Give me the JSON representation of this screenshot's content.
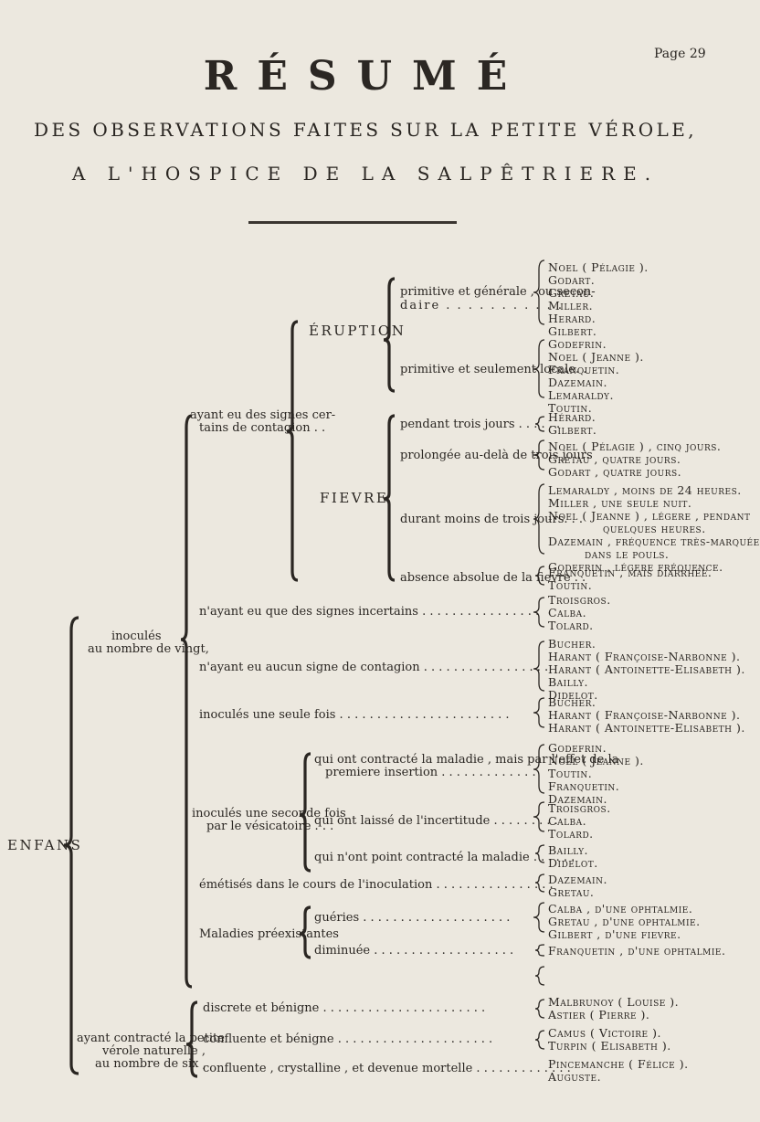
{
  "header": {
    "page_label": "Page 29",
    "title": "RÉSUMÉ",
    "subtitle_line1": "DES OBSERVATIONS FAITES SUR LA PETITE VÉROLE,",
    "subtitle_line2": "A L'HOSPICE DE LA SALPÊTRIERE."
  },
  "root": {
    "label": "ENFANS"
  },
  "inocules": {
    "label_line1": "inoculés",
    "label_line2": "au nombre de vingt,",
    "contagion": {
      "label_line1": "ayant eu des signes cer-",
      "label_line2": "tains de contagion . .",
      "eruption": {
        "label": "ÉRUPTION",
        "generale": {
          "label_line1": "primitive et générale , ou secon-",
          "label_line2": "daire . . . . . . . . . . .",
          "names": [
            "Noel ( Pélagie ).",
            "Godart.",
            "Gretau.",
            "Miller.",
            "Herard.",
            "Gilbert."
          ]
        },
        "locale": {
          "label": "primitive et seulement locale. .",
          "names": [
            "Godefrin.",
            "Noel ( Jeanne ).",
            "Franquetin.",
            "Dazemain.",
            "Lemaraldy.",
            "Toutin."
          ]
        }
      },
      "fievre": {
        "label": "FIEVRE",
        "trois_jours": {
          "label": "pendant trois jours . . . . . .",
          "names": [
            "Hérard.",
            "Gilbert."
          ]
        },
        "prolongee": {
          "label": "prolongée au-delà de trois jours",
          "names": [
            "Noel ( Pélagie ) , cinq jours.",
            "Gretau , quatre jours.",
            "Godart , quatre jours."
          ]
        },
        "moins": {
          "label": "durant moins de trois jours. . .",
          "names": [
            "Lemaraldy , moins de 24 heures.",
            "Miller , une seule nuit.",
            "Noel ( Jeanne ) , légere , pendant",
            "quelques heures.",
            "Dazemain , fréquence très-marquée",
            "dans le pouls.",
            "Godefrin , légere fréquence."
          ]
        },
        "absence": {
          "label": "absence absolue de la fievre . .",
          "names": [
            "Franquetin , mais diarrhée.",
            "Toutin."
          ]
        }
      }
    },
    "incertains": {
      "label": "n'ayant eu que des signes incertains . . . . . . . . . . . . . . . .",
      "names": [
        "Troisgros.",
        "Calba.",
        "Tolard."
      ]
    },
    "aucun": {
      "label": "n'ayant eu aucun signe de contagion . . . . . . . . . . . . . . . . .",
      "names": [
        "Bucher.",
        "Harant ( Françoise-Narbonne ).",
        "Harant ( Antoinette-Elisabeth ).",
        "Bailly.",
        "Didelot."
      ]
    },
    "une_fois": {
      "label": "inoculés une seule fois . . . . . . . . . . . . . . . . . . . . . . .",
      "names": [
        "Bucher.",
        "Harant ( Françoise-Narbonne ).",
        "Harant ( Antoinette-Elisabeth )."
      ]
    },
    "seconde_fois": {
      "label_line1": "inoculés une seconde fois",
      "label_line2": "par le vésicatoire . . .",
      "contracte": {
        "label_line1": "qui ont contracté la maladie , mais par l'effet de la",
        "label_line2": "premiere insertion . . . . . . . . . . . . .",
        "names": [
          "Godefrin.",
          "Noel ( Jeanne ).",
          "Toutin.",
          "Franquetin.",
          "Dazemain."
        ]
      },
      "incertitude": {
        "label": "qui ont laissé de l'incertitude . . . . . . . . .",
        "names": [
          "Troisgros.",
          "Calba.",
          "Tolard."
        ]
      },
      "point": {
        "label": "qui n'ont point contracté la maladie . . . . . .",
        "names": [
          "Bailly.",
          "Didelot."
        ]
      }
    },
    "emetises": {
      "label": "émétisés dans le cours de l'inoculation . . . . . . . . . . . . . . . .",
      "names": [
        "Dazemain.",
        "Gretau."
      ]
    },
    "preexistantes": {
      "label": "Maladies préexistantes",
      "gueries": {
        "label": "guéries . . . . . . . . . . . . . . . . . . . .",
        "names": [
          "Calba , d'une ophtalmie.",
          "Gretau , d'une ophtalmie.",
          "Gilbert , d'une fievre."
        ]
      },
      "diminuee": {
        "label": "diminuée . . . . . . . . . . . . . . . . . . .",
        "names": [
          "Franquetin , d'une ophtalmie."
        ]
      }
    }
  },
  "naturelle": {
    "label_line1": "ayant contracté la petite",
    "label_line2": "vérole naturelle ,",
    "label_line3": "au nombre de six ,",
    "discrete": {
      "label": "discrete et bénigne . . . . . . . . . . . . . . . . . . . . . .",
      "names": [
        "Malbrunoy ( Louise ).",
        "Astier ( Pierre )."
      ]
    },
    "confluente": {
      "label": "confluente et bénigne . . . . . . . . . . . . . . . . . . . . .",
      "names": [
        "Camus ( Victoire ).",
        "Turpin ( Elisabeth )."
      ]
    },
    "mortelle": {
      "label": "confluente , crystalline , et devenue mortelle . . . . . . . . . . . . .",
      "names": [
        "Pincemanche ( Félice ).",
        "Auguste."
      ]
    }
  }
}
